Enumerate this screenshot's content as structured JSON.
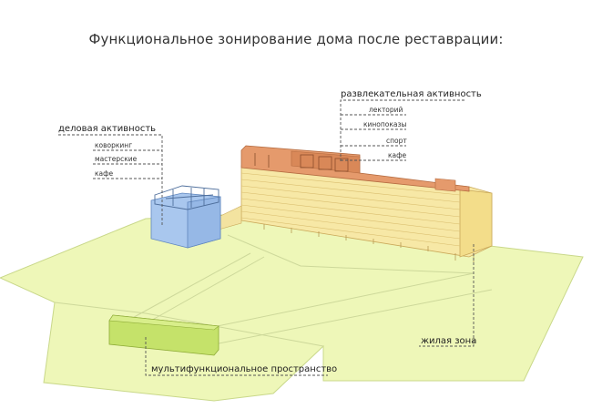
{
  "title": "Функциональное зонирование дома после реставрации:",
  "business": {
    "label": "деловая активность",
    "items": [
      "коворкинг",
      "мастерские",
      "кафе"
    ]
  },
  "entertainment": {
    "label": "развлекательная активность",
    "items": [
      "лекторий",
      "кинопоказы",
      "спорт",
      "кафе"
    ]
  },
  "residential": {
    "label": "жилая зона"
  },
  "multifunctional": {
    "label": "мультифункциональное пространство"
  },
  "colors": {
    "ground": "#eef7b8",
    "ground_stroke": "#c9d88a",
    "business_volume": "#a9c7ee",
    "entertainment_volume": "#e59a6c",
    "residential_volume": "#f7e8a6",
    "multifunctional_volume": "#c5e26a",
    "leader_line": "#555555"
  }
}
